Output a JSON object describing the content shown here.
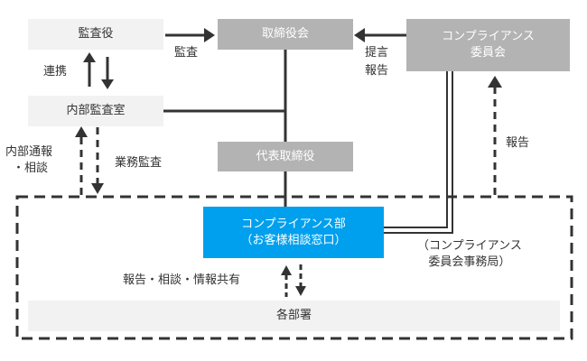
{
  "nodes": {
    "audit_officer": "監査役",
    "board": "取締役会",
    "compliance_committee": {
      "line1": "コンプライアンス",
      "line2": "委員会"
    },
    "internal_audit": "内部監査室",
    "representative_director": "代表取締役",
    "compliance_dept": {
      "line1": "コンプライアンス部",
      "line2": "（お客様相談窓口）"
    },
    "departments": "各部署"
  },
  "edge_labels": {
    "audit": "監査",
    "proposal": "提言",
    "report_committee": "報告",
    "cooperation": "連携",
    "internal_report": {
      "line1": "内部通報",
      "line2": "・相談"
    },
    "operational_audit": "業務監査",
    "report_right": "報告",
    "dept_report": "報告・相談・情報共有"
  },
  "annotation": {
    "line1": "（コンプライアンス",
    "line2": "委員会事務局）"
  },
  "colors": {
    "line": "#333333",
    "light_box": "#f2f2f2",
    "gray_box": "#b3b3b3",
    "accent_blue": "#00a0ee"
  }
}
